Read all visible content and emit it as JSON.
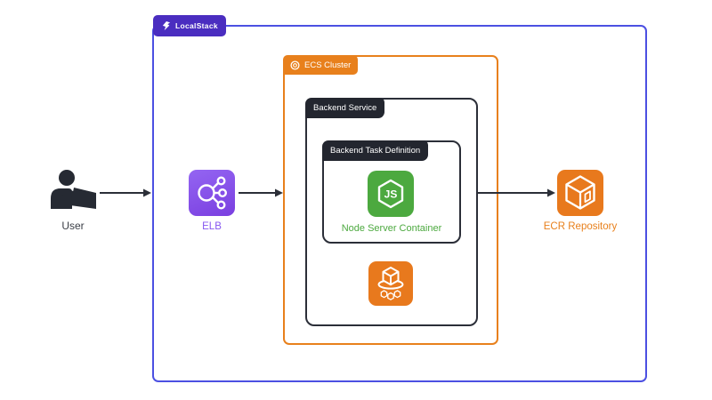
{
  "colors": {
    "background": "#ffffff",
    "localstack_border": "#4c50e2",
    "localstack_tab_bg": "#4a2dc0",
    "aws_orange": "#e8801c",
    "dark_tab_bg": "#23262f",
    "node_green": "#4ca93f",
    "elb_purple": "#8757f0",
    "arrow_color": "#2b2f38"
  },
  "user": {
    "label": "User"
  },
  "localstack": {
    "tab_label": "LocalStack",
    "elb": {
      "label": "ELB"
    },
    "ecs_cluster": {
      "tab_label": "ECS Cluster",
      "backend_service": {
        "tab_label": "Backend Service",
        "backend_task_definition": {
          "tab_label": "Backend Task Definition",
          "node_container": {
            "label": "Node Server Container"
          }
        }
      }
    },
    "ecr": {
      "label": "ECR Repository"
    }
  }
}
